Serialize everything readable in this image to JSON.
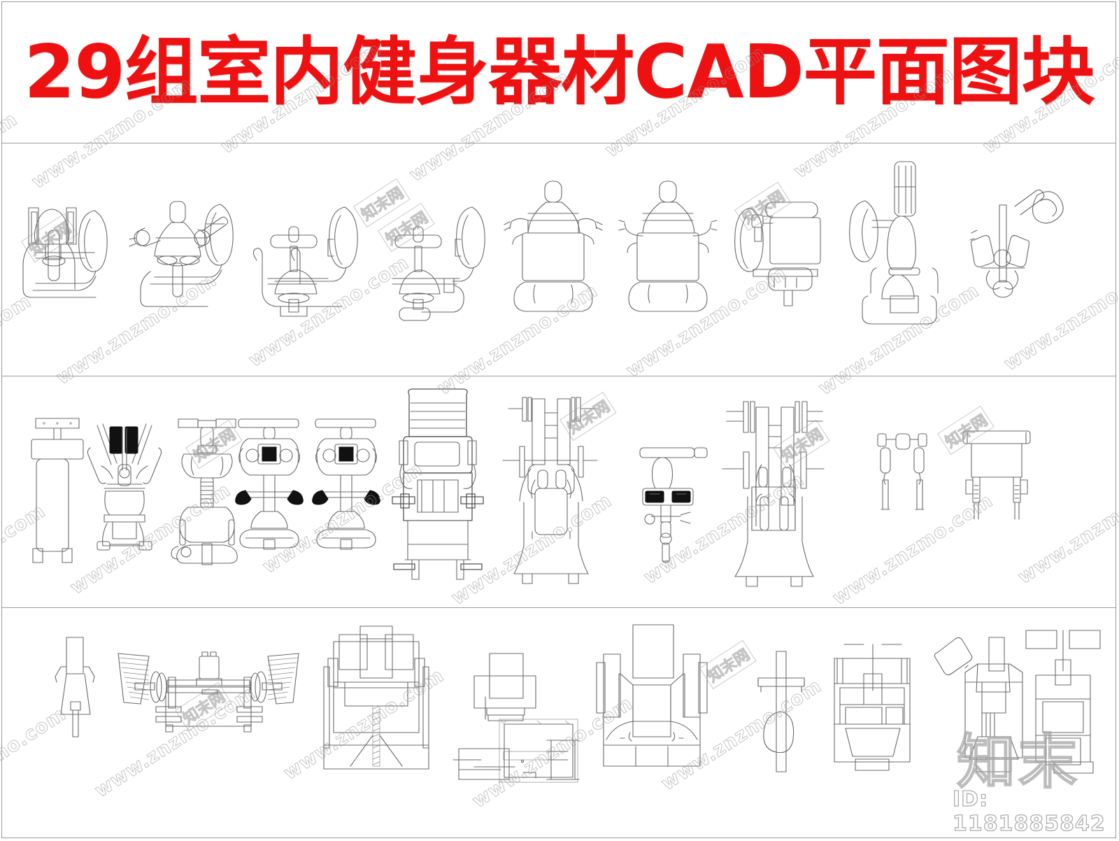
{
  "document": {
    "title": "29组室内健身器材CAD平面图块",
    "title_color": "#ee1111",
    "background_color": "#ffffff",
    "line_color": "#6b6b6b",
    "asset_id_label": "ID: 1181885842",
    "watermark": {
      "url_text": "www.znzmo.com",
      "brand_text": "知末网",
      "logo_text": "知末"
    }
  },
  "rows": [
    {
      "name": "row-1",
      "items": [
        {
          "label": "chest-press-machine-plan"
        },
        {
          "label": "shoulder-press-machine-plan"
        },
        {
          "label": "lat-pulldown-machine-plan"
        },
        {
          "label": "seated-row-machine-plan"
        },
        {
          "label": "pec-deck-fly-machine-plan"
        },
        {
          "label": "rear-delt-fly-machine-plan"
        },
        {
          "label": "abdominal-crunch-machine-plan"
        },
        {
          "label": "leg-extension-machine-plan"
        },
        {
          "label": "leg-curl-machine-plan"
        }
      ]
    },
    {
      "name": "row-2",
      "items": [
        {
          "label": "flat-weight-bench-plan"
        },
        {
          "label": "assisted-dip-machine-plan"
        },
        {
          "label": "spin-bike-plan"
        },
        {
          "label": "upright-exercise-bike-plan"
        },
        {
          "label": "recumbent-exercise-bike-plan"
        },
        {
          "label": "adjustable-incline-bench-plan"
        },
        {
          "label": "smith-machine-plan"
        },
        {
          "label": "cable-crossover-station-plan"
        },
        {
          "label": "plate-loaded-press-plan"
        },
        {
          "label": "preacher-curl-bench-plan"
        },
        {
          "label": "seated-calf-raise-plan"
        }
      ]
    },
    {
      "name": "row-3",
      "items": [
        {
          "label": "boxing-bag-stand-plan"
        },
        {
          "label": "olympic-barbell-rack-plan"
        },
        {
          "label": "power-rack-plan"
        },
        {
          "label": "functional-trainer-plan"
        },
        {
          "label": "multi-station-gym-plan"
        },
        {
          "label": "rowing-machine-plan"
        },
        {
          "label": "treadmill-plan"
        },
        {
          "label": "elliptical-trainer-plan"
        },
        {
          "label": "stair-climber-plan"
        }
      ]
    }
  ]
}
